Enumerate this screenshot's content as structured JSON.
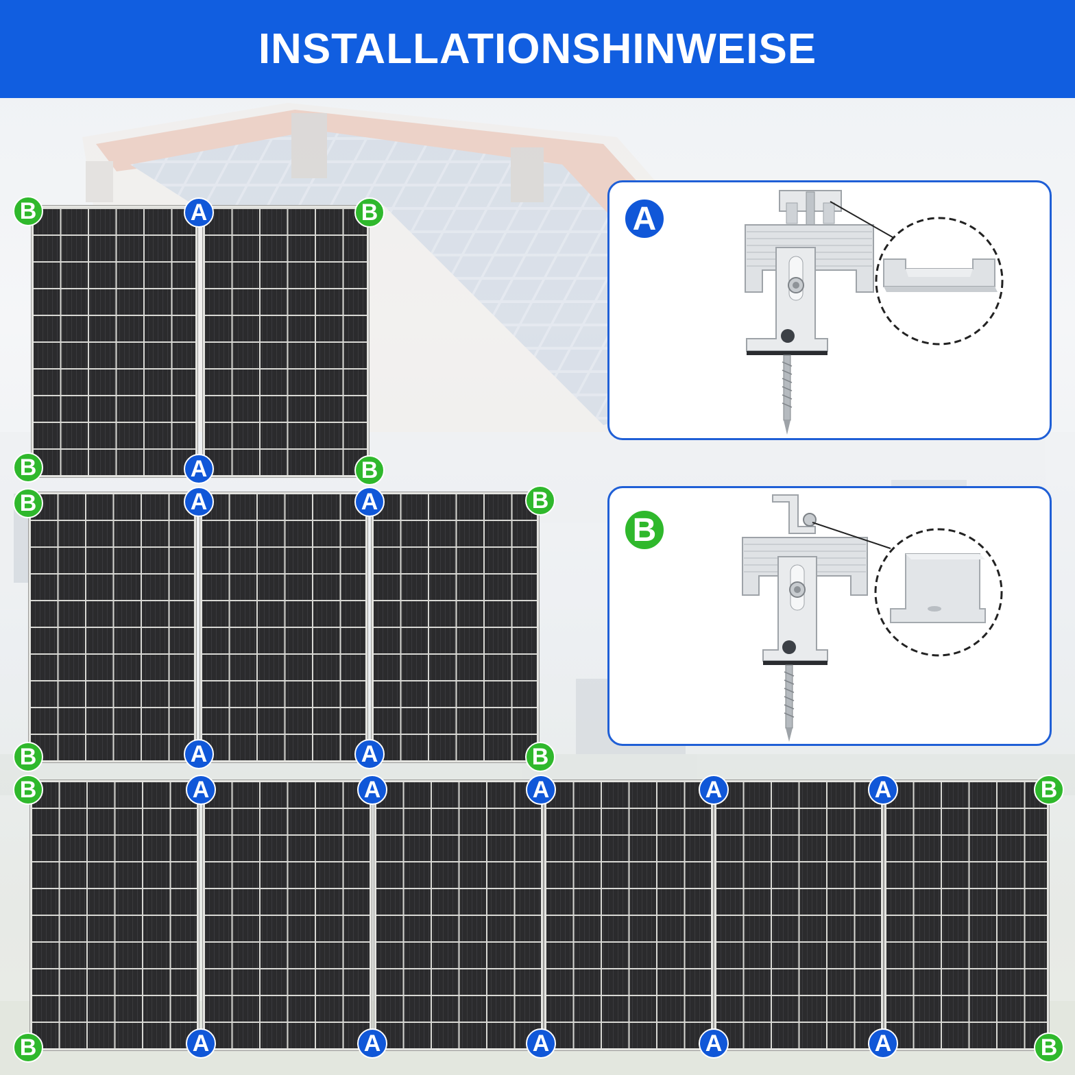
{
  "header": {
    "title": "INSTALLATIONSHINWEISE"
  },
  "colors": {
    "header_bg": "#115ee0",
    "badge_a": "#1057d8",
    "badge_b": "#2fb82c",
    "card_border": "#1f5fd6",
    "panel": "#2b2b2d"
  },
  "badge_letters": {
    "a": "A",
    "b": "B"
  },
  "legend": [
    {
      "letter": "A",
      "part": "mid-clamp"
    },
    {
      "letter": "B",
      "part": "end-clamp"
    }
  ],
  "rows": [
    {
      "panel_count": 2,
      "top_labels": [
        "B",
        "A",
        "B"
      ],
      "bottom_labels": [
        "B",
        "A",
        "B"
      ]
    },
    {
      "panel_count": 3,
      "top_labels": [
        "B",
        "A",
        "A",
        "B"
      ],
      "bottom_labels": [
        "B",
        "A",
        "A",
        "B"
      ]
    },
    {
      "panel_count": 6,
      "top_labels": [
        "B",
        "A",
        "A",
        "A",
        "A",
        "A",
        "B"
      ],
      "bottom_labels": [
        "B",
        "A",
        "A",
        "A",
        "A",
        "A",
        "B"
      ]
    }
  ]
}
